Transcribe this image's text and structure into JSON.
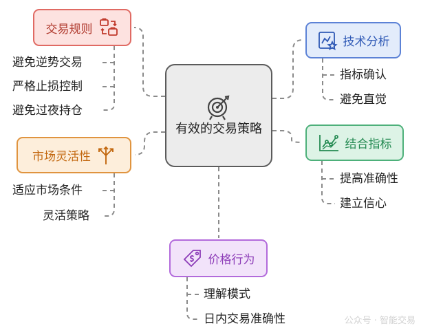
{
  "center": {
    "title": "有效的交易策略",
    "icon": "target-arrow-icon"
  },
  "branches": {
    "trading_rules": {
      "label": "交易规则",
      "icon": "briefcase-exchange-icon",
      "color": "#e06a63",
      "items": [
        "避免逆势交易",
        "严格止损控制",
        "避免过夜持仓"
      ]
    },
    "technical_analysis": {
      "label": "技术分析",
      "icon": "chart-star-icon",
      "color": "#5c82d6",
      "items": [
        "指标确认",
        "避免直觉"
      ]
    },
    "market_flexibility": {
      "label": "市场灵活性",
      "icon": "branching-arrows-icon",
      "color": "#e0943f",
      "items": [
        "适应市场条件",
        "灵活策略"
      ]
    },
    "combined_indicators": {
      "label": "结合指标",
      "icon": "line-chart-icon",
      "color": "#4db07a",
      "items": [
        "提高准确性",
        "建立信心"
      ]
    },
    "price_action": {
      "label": "价格行为",
      "icon": "price-tag-icon",
      "color": "#b26adb",
      "items": [
        "理解模式",
        "日内交易准确性"
      ]
    }
  },
  "watermark": "公众号 · 智能交易"
}
